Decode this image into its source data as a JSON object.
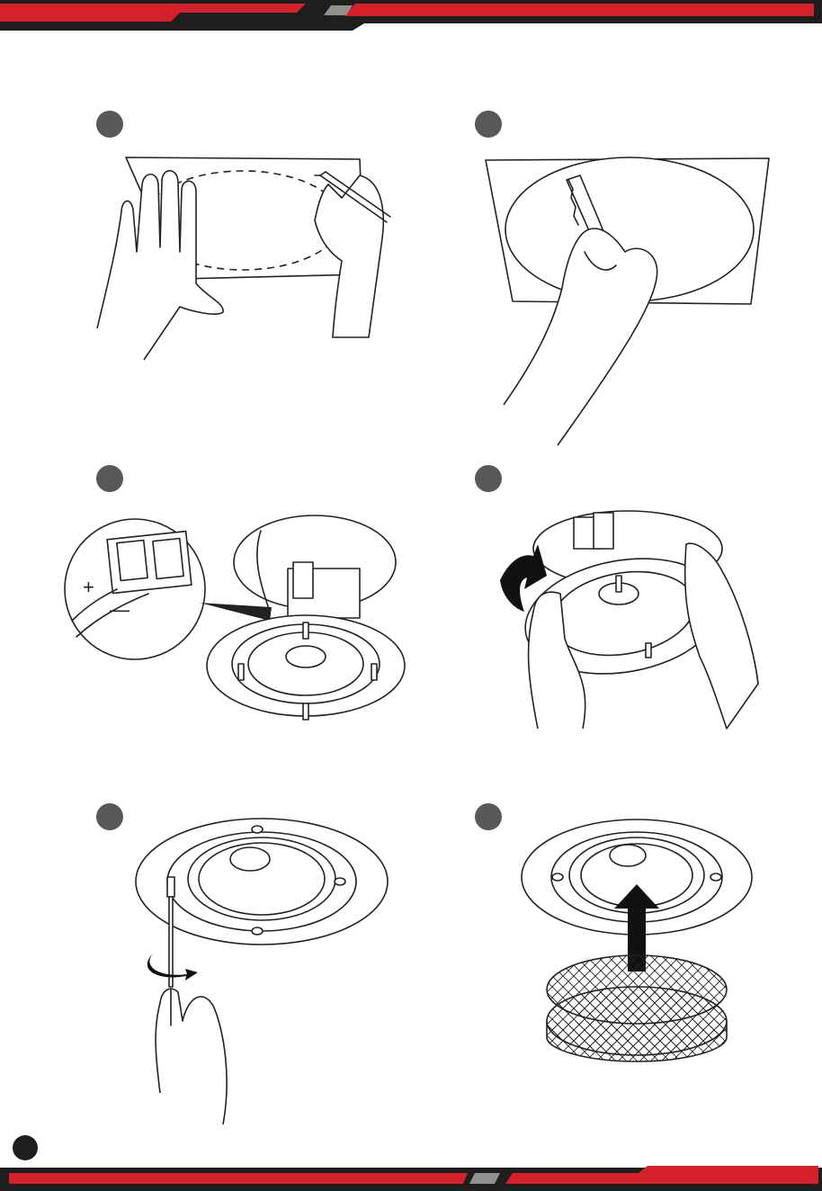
{
  "colors": {
    "accent_red": "#d4202a",
    "dark_band": "#1e1e1e",
    "grey_chip": "#8f918c",
    "step_dot": "#58585a",
    "line": "#222222"
  },
  "steps": [
    {
      "id": 1,
      "number": "",
      "illustration": "trace-template-icon"
    },
    {
      "id": 2,
      "number": "",
      "illustration": "cut-opening-icon"
    },
    {
      "id": 3,
      "number": "",
      "illustration": "wire-terminals-icon"
    },
    {
      "id": 4,
      "number": "",
      "illustration": "insert-speaker-icon"
    },
    {
      "id": 5,
      "number": "",
      "illustration": "tighten-screws-icon"
    },
    {
      "id": 6,
      "number": "",
      "illustration": "attach-grille-icon"
    }
  ],
  "terminals": {
    "plus": "+",
    "minus": "—"
  },
  "page_number": ""
}
